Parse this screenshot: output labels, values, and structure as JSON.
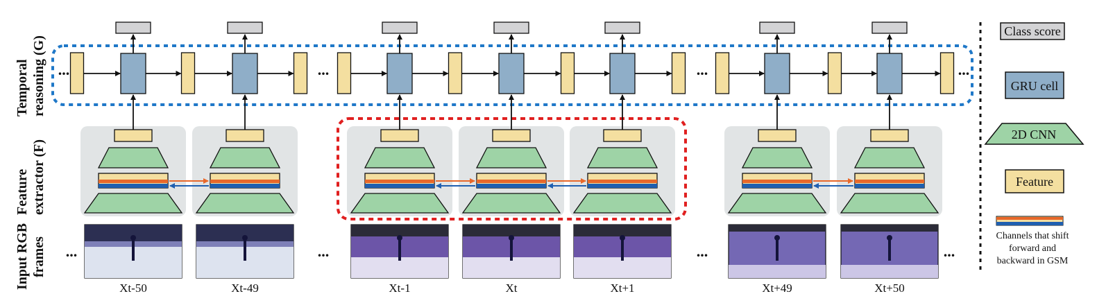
{
  "row_labels": {
    "temporal": [
      "Temporal",
      "reasoning (G)"
    ],
    "feature": [
      "Feature",
      "extractor (F)"
    ],
    "input": [
      "Input RGB",
      "frames"
    ]
  },
  "frames": [
    {
      "label": "Xt-50",
      "scene": "dark"
    },
    {
      "label": "Xt-49",
      "scene": "dark"
    },
    {
      "label": "Xt-1",
      "scene": "purple"
    },
    {
      "label": "Xt",
      "scene": "purple"
    },
    {
      "label": "Xt+1",
      "scene": "purple"
    },
    {
      "label": "Xt+49",
      "scene": "pyeong"
    },
    {
      "label": "Xt+50",
      "scene": "pyeong"
    }
  ],
  "legend": {
    "class_score": "Class score",
    "gru_cell": "GRU cell",
    "cnn": "2D CNN",
    "feature": "Feature",
    "gsm": [
      "Channels that shift",
      "forward and",
      "backward in GSM"
    ]
  },
  "ellipsis": "...",
  "colors": {
    "class_score": "#d3d3d5",
    "gru": "#8faec8",
    "cnn": "#9ed3a6",
    "feature": "#f4dfa0",
    "orange": "#e8682a",
    "blue": "#1f5fb0",
    "frame_bg": "#e1e4e5",
    "blue_dash": "#1f78c8",
    "red_dash": "#e02020"
  }
}
